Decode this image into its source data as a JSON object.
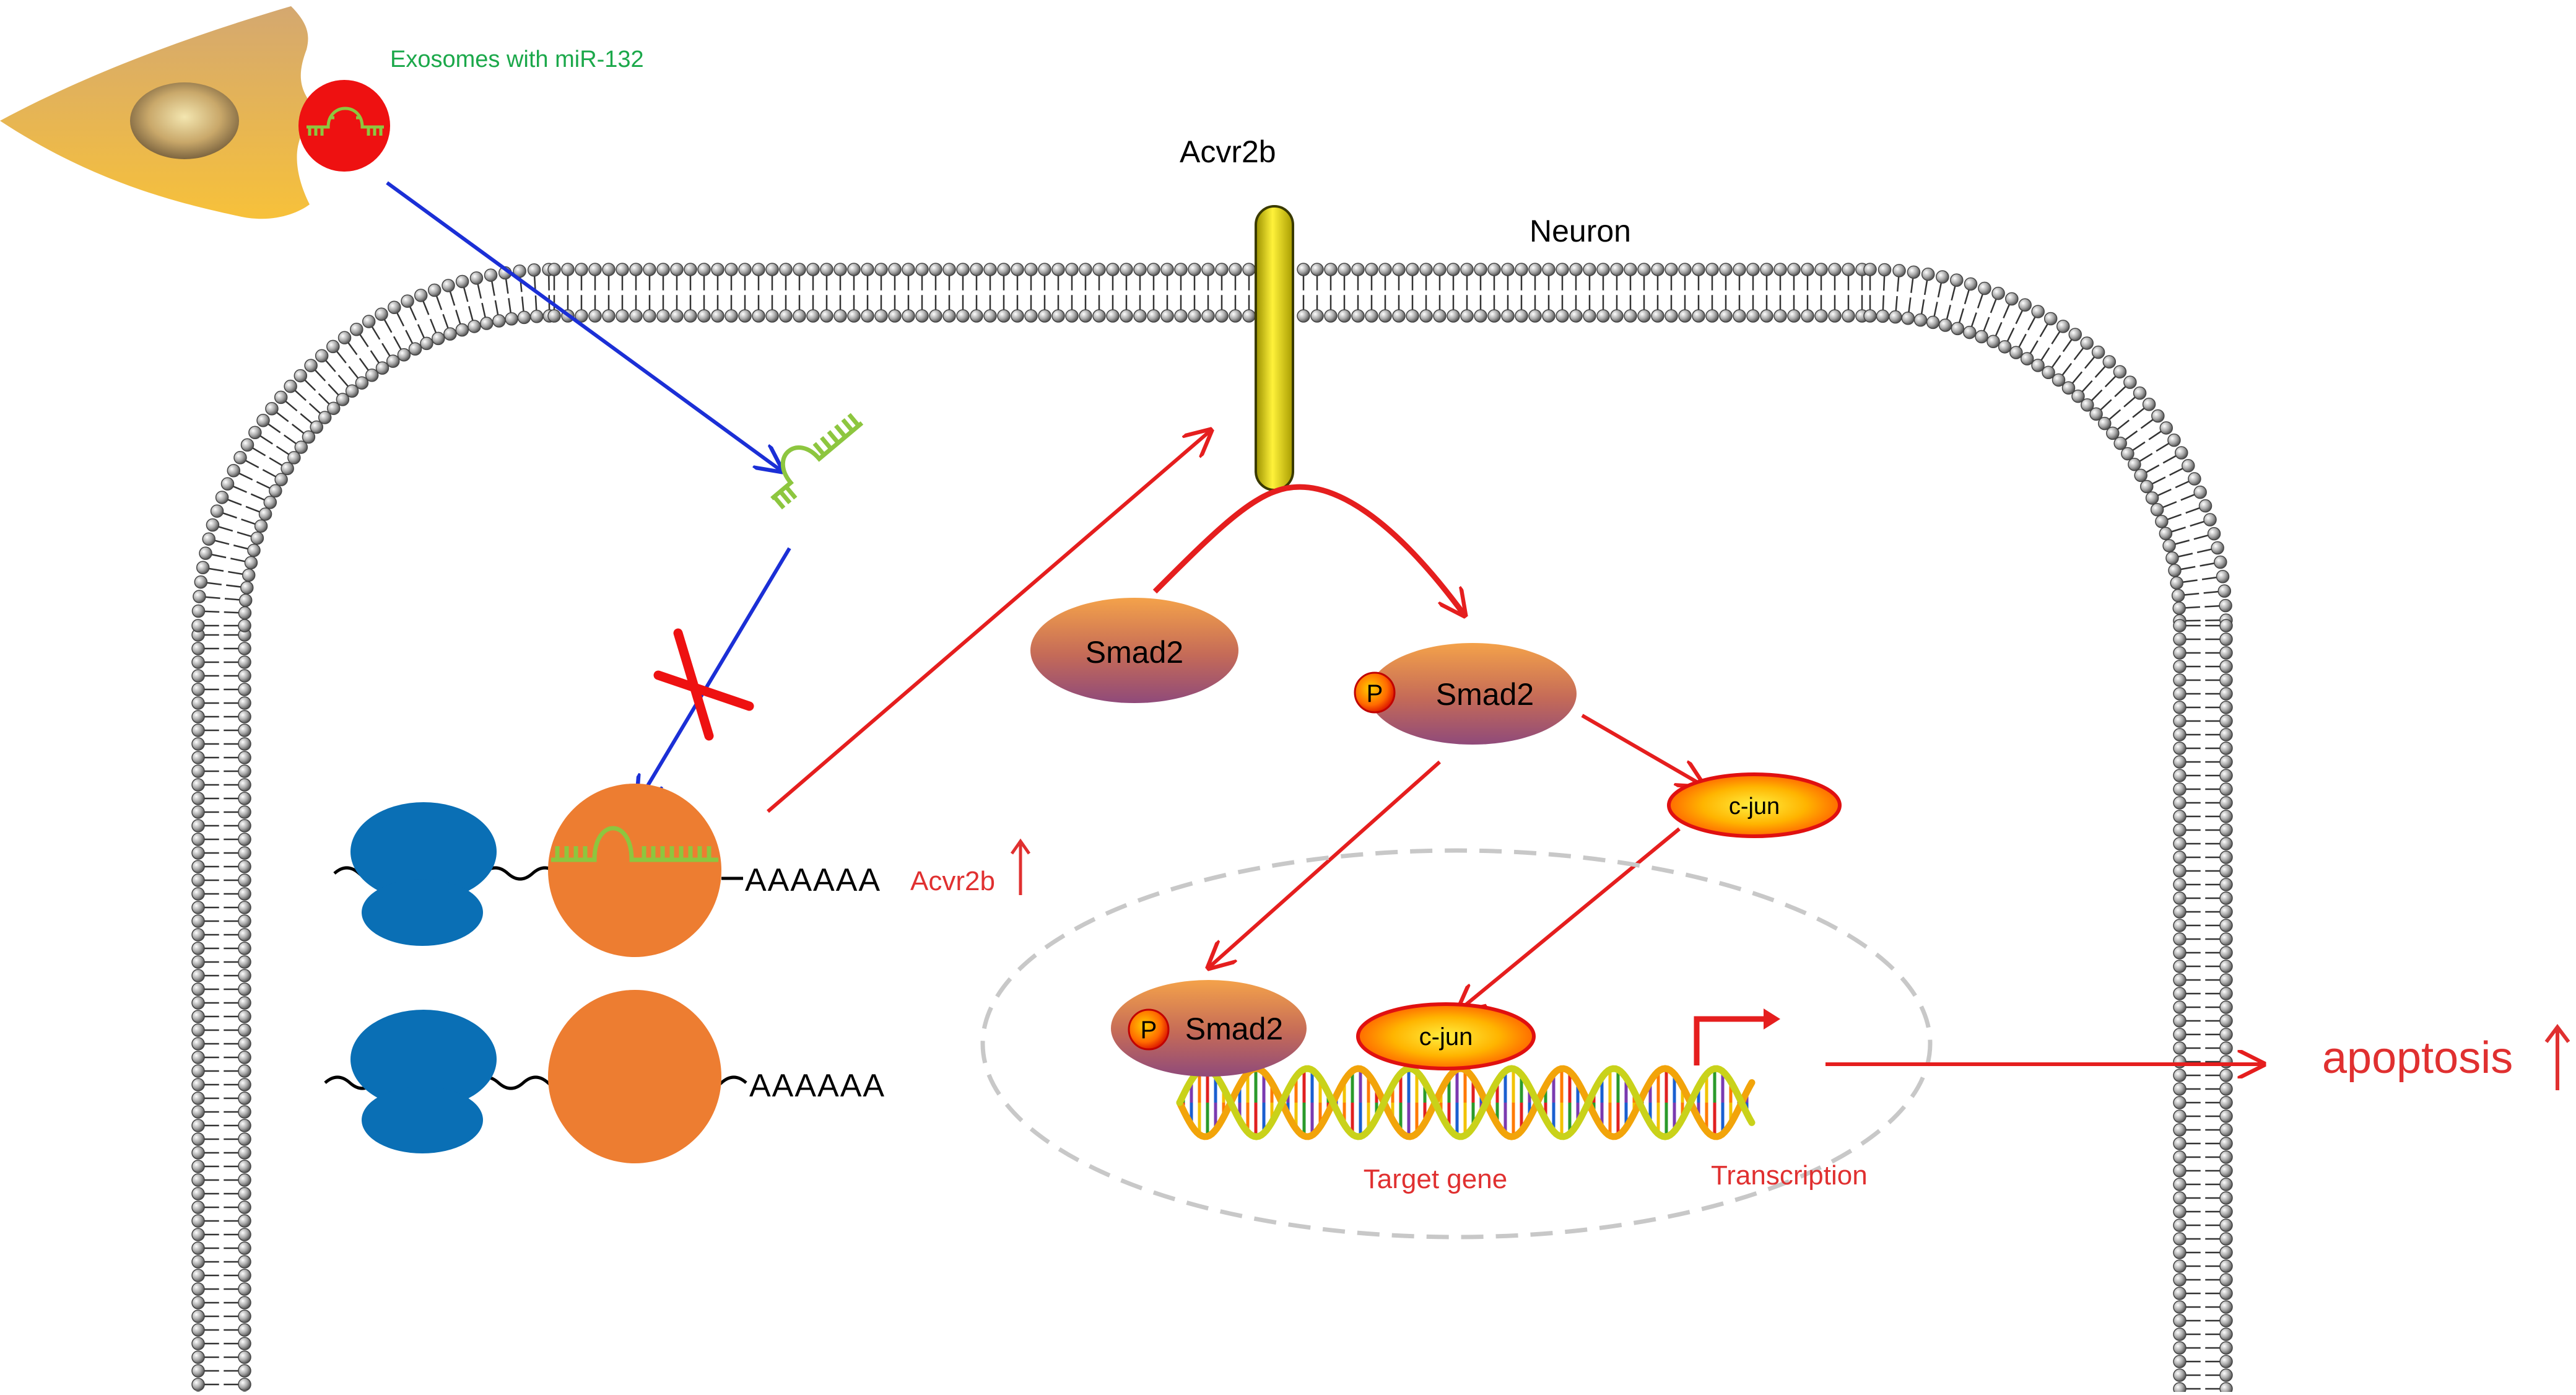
{
  "labels": {
    "exosomes": "Exosomes with miR-132",
    "receptor": "Acvr2b",
    "neuron": "Neuron",
    "smad2": "Smad2",
    "smad2_phospho": "Smad2",
    "phospho_mark": "P",
    "cjun_cytoplasm": "c-jun",
    "smad2_nucleus": "Smad2",
    "phospho_mark_nucleus": "P",
    "cjun_nucleus": "c-jun",
    "polya_1": "AAAAAA",
    "acvr2b_up": "Acvr2b",
    "polya_2": "AAAAAA",
    "target_gene": "Target gene",
    "transcription": "Transcription",
    "apoptosis": "apoptosis"
  },
  "colors": {
    "exosome_text": "#1ba84a",
    "red_text": "#e03030",
    "blue_arrow": "#1b2fd6",
    "red_arrow": "#e51e1e",
    "ribosome": "#0a6fb5",
    "mrna_complex": "#ed7d31",
    "mirna": "#8dc63f",
    "receptor": "#e8e000",
    "cell_body": "#f3b63f",
    "membrane_head": "#9a9a9a"
  },
  "icons": {
    "up_arrow": "up-arrow-icon",
    "block": "inhibition-cross-icon",
    "tss": "transcription-start-arrow-icon"
  }
}
